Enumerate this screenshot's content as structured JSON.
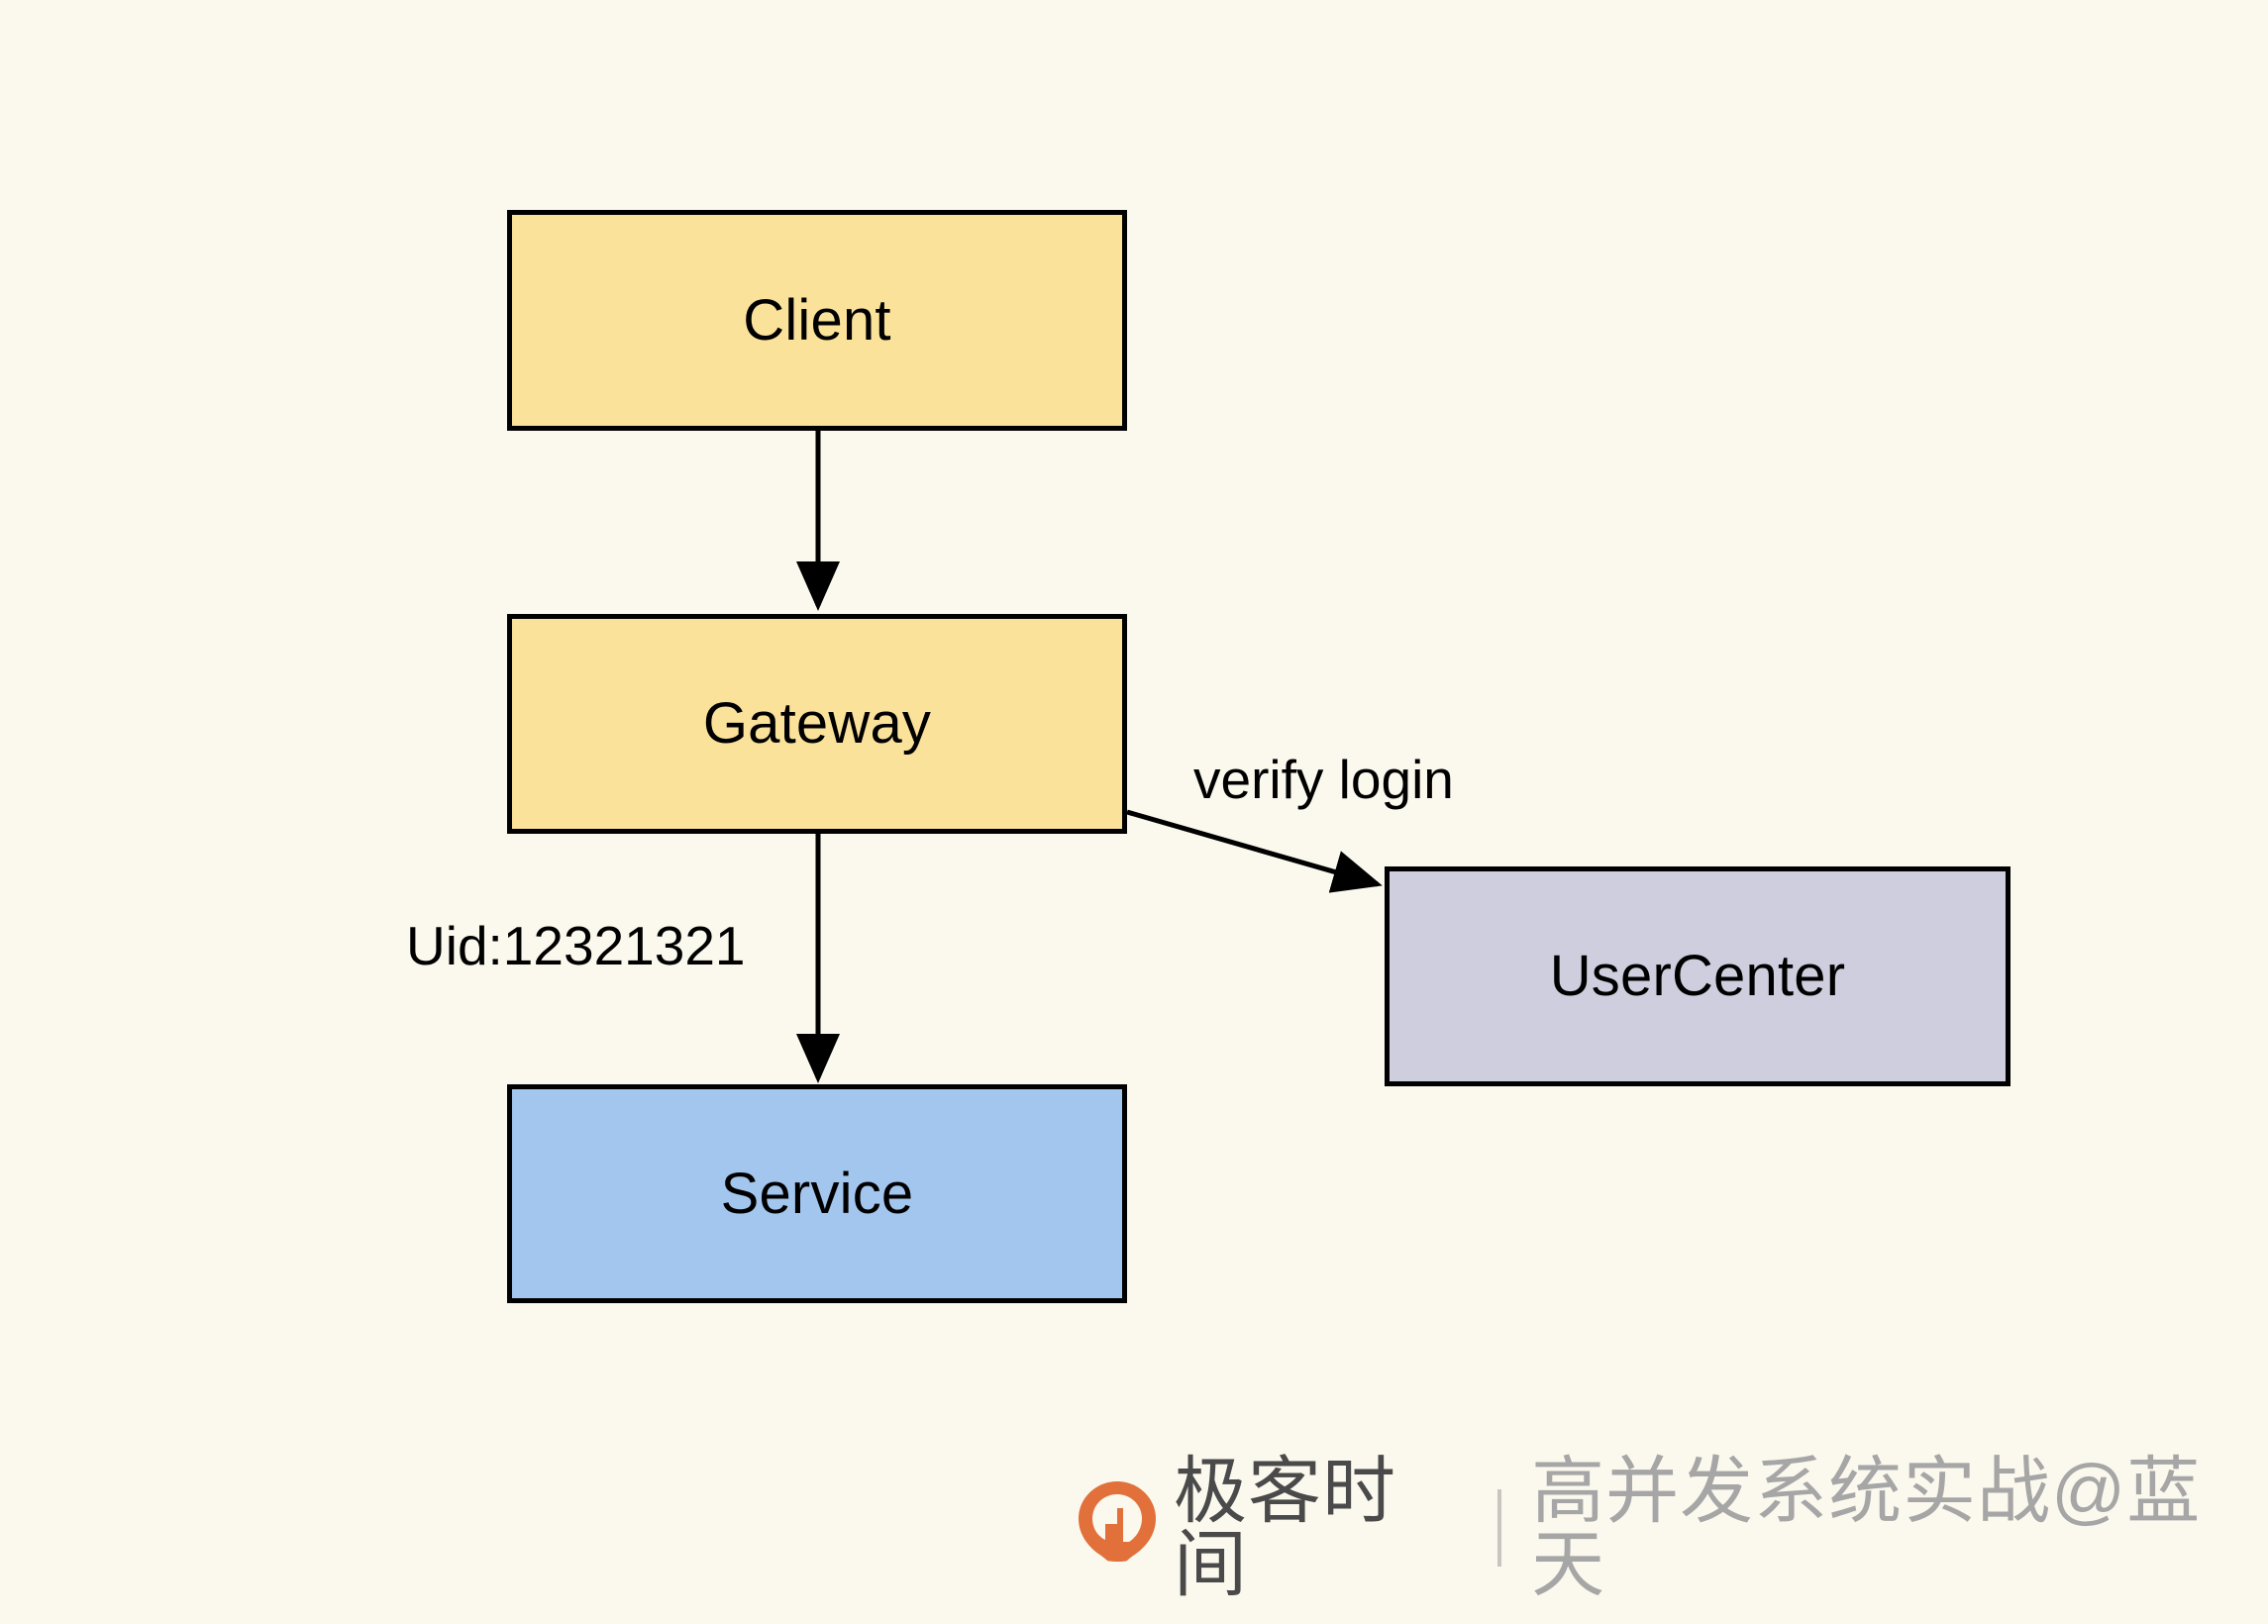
{
  "diagram": {
    "background_color": "#FBF8ED",
    "stroke_color": "#000000",
    "nodes": [
      {
        "id": "client",
        "label": "Client",
        "fill": "#FBE29A",
        "shape": "rectangle"
      },
      {
        "id": "gateway",
        "label": "Gateway",
        "fill": "#FBE29A",
        "shape": "rectangle"
      },
      {
        "id": "service",
        "label": "Service",
        "fill": "#A3C6EE",
        "shape": "rectangle"
      },
      {
        "id": "usercenter",
        "label": "UserCenter",
        "fill": "#CFCEDF",
        "shape": "rectangle"
      }
    ],
    "edges": [
      {
        "id": "client-to-gateway",
        "from": "Client",
        "to": "Gateway",
        "label": ""
      },
      {
        "id": "gateway-to-service",
        "from": "Gateway",
        "to": "Service",
        "label": "Uid:12321321"
      },
      {
        "id": "gateway-to-usercenter",
        "from": "Gateway",
        "to": "UserCenter",
        "label": "verify login"
      }
    ],
    "edge_labels": {
      "uid": "Uid:12321321",
      "verify_login": "verify login"
    }
  },
  "watermark": {
    "logo_icon": "geekbang-pin-icon",
    "logo_color": "#E2703A",
    "brand": "极客时间",
    "divider": "|",
    "subtitle": "高并发系统实战@蓝天",
    "brand_color": "#4A4A4A",
    "subtitle_color": "#A6A6A6"
  }
}
